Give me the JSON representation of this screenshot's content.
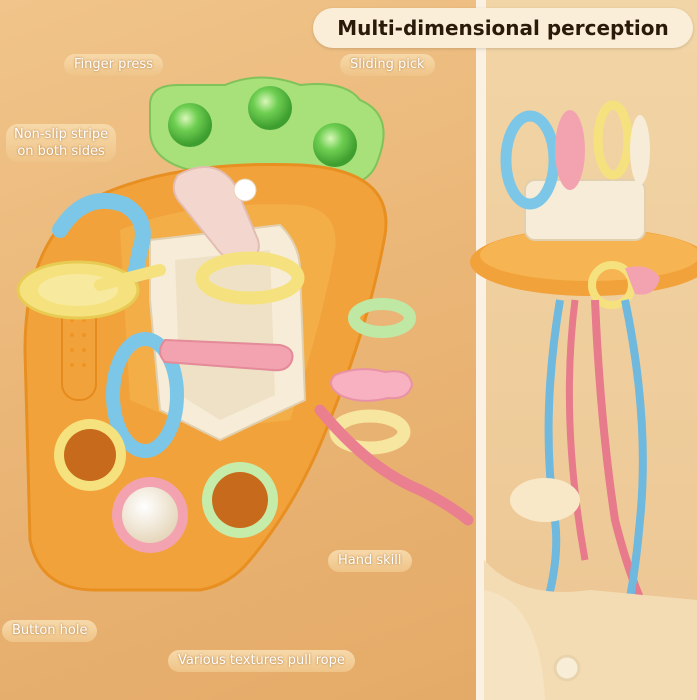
{
  "headline": "Multi-dimensional perception",
  "labels": {
    "finger_press": "Finger press",
    "sliding_pick": "Sliding pick",
    "non_slip_line1": "Non-slip stripe",
    "non_slip_line2": "on both sides",
    "hand_skill": "Hand skill",
    "button_hole": "Button hole",
    "pull_rope": "Various textures pull rope"
  },
  "colors": {
    "background": "#eab677",
    "carrot_orange": "#f2a23a",
    "leaf_green": "#a8e07a",
    "pop_green": "#6fcf52",
    "pastel_blue": "#7cc7e8",
    "pastel_pink": "#f3a3b0",
    "pastel_yellow": "#f5e27e",
    "cream": "#f6ecd8",
    "title_pill": "#fbeed8"
  }
}
